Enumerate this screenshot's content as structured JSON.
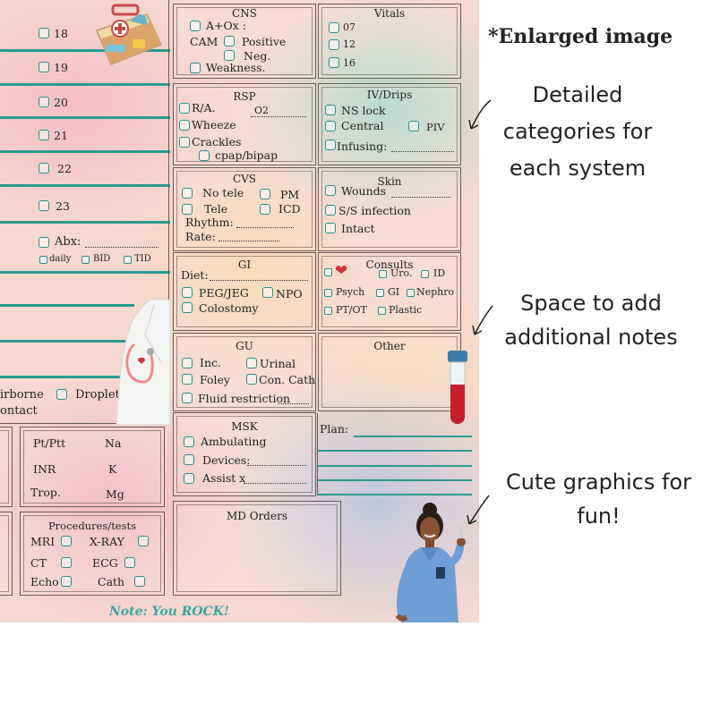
{
  "left_column": {
    "day_labels": [
      "18",
      "19",
      "20",
      "21",
      "22",
      "23"
    ],
    "abx": {
      "label": "Abx:",
      "options": [
        "daily",
        "BID",
        "TID"
      ]
    },
    "isolation": {
      "airborne": "irborne",
      "droplet": "Droplet",
      "contact": "ontact"
    }
  },
  "cns": {
    "title": "CNS",
    "a_ox": "A+Ox :",
    "cam": "CAM",
    "positive": "Positive",
    "neg": "Neg.",
    "weakness": "Weakness."
  },
  "vitals": {
    "title": "Vitals",
    "times": [
      "07",
      "12",
      "16"
    ]
  },
  "rsp": {
    "title": "RSP",
    "ra": "R/A.",
    "o2": "O2",
    "wheeze": "Wheeze",
    "crackles": "Crackles",
    "cpap": "cpap/bipap"
  },
  "iv": {
    "title": "IV/Drips",
    "ns_lock": "NS lock",
    "central": "Central",
    "piv": "PIV",
    "infusing": "Infusing:"
  },
  "cvs": {
    "title": "CVS",
    "no_tele": "No tele",
    "pm": "PM",
    "tele": "Tele",
    "icd": "ICD",
    "rhythm": "Rhythm:",
    "rate": "Rate:"
  },
  "skin": {
    "title": "Skin",
    "wounds": "Wounds",
    "ss_infection": "S/S infection",
    "intact": "Intact"
  },
  "gi": {
    "title": "GI",
    "diet": "Diet:",
    "peg": "PEG/JEG",
    "npo": "NPO",
    "colostomy": "Colostomy"
  },
  "consults": {
    "title": "Consults",
    "uro": "Uro.",
    "id": "ID",
    "psych": "Psych",
    "gi": "GI",
    "nephro": "Nephro",
    "ptot": "PT/OT",
    "plastic": "Plastic"
  },
  "gu": {
    "title": "GU",
    "inc": "Inc.",
    "urinal": "Urinal",
    "foley": "Foley",
    "con_cath": "Con. Cath",
    "fluid": "Fluid restriction"
  },
  "other": {
    "title": "Other"
  },
  "msk": {
    "title": "MSK",
    "ambulating": "Ambulating",
    "devices": "Devices:",
    "assist": "Assist x"
  },
  "plan": {
    "title": "Plan:"
  },
  "labs": {
    "pt_ptt": "Pt/Ptt",
    "na": "Na",
    "inr": "INR",
    "k": "K",
    "trop": "Trop.",
    "mg": "Mg"
  },
  "procedures": {
    "title": "Procedures/tests",
    "mri": "MRI",
    "xray": "X-RAY",
    "ct": "CT",
    "ecg": "ECG",
    "echo": "Echo",
    "cath": "Cath"
  },
  "md_orders": {
    "title": "MD Orders"
  },
  "note": "Note: You ROCK!",
  "annotations": {
    "enlarged": "*Enlarged image",
    "detailed": [
      "Detailed",
      "categories for",
      "each system"
    ],
    "space": [
      "Space to add",
      "additional notes"
    ],
    "cute": [
      "Cute graphics for",
      "fun!"
    ]
  },
  "colors": {
    "teal": "#2a9a8f",
    "heart": "#d9343b"
  }
}
